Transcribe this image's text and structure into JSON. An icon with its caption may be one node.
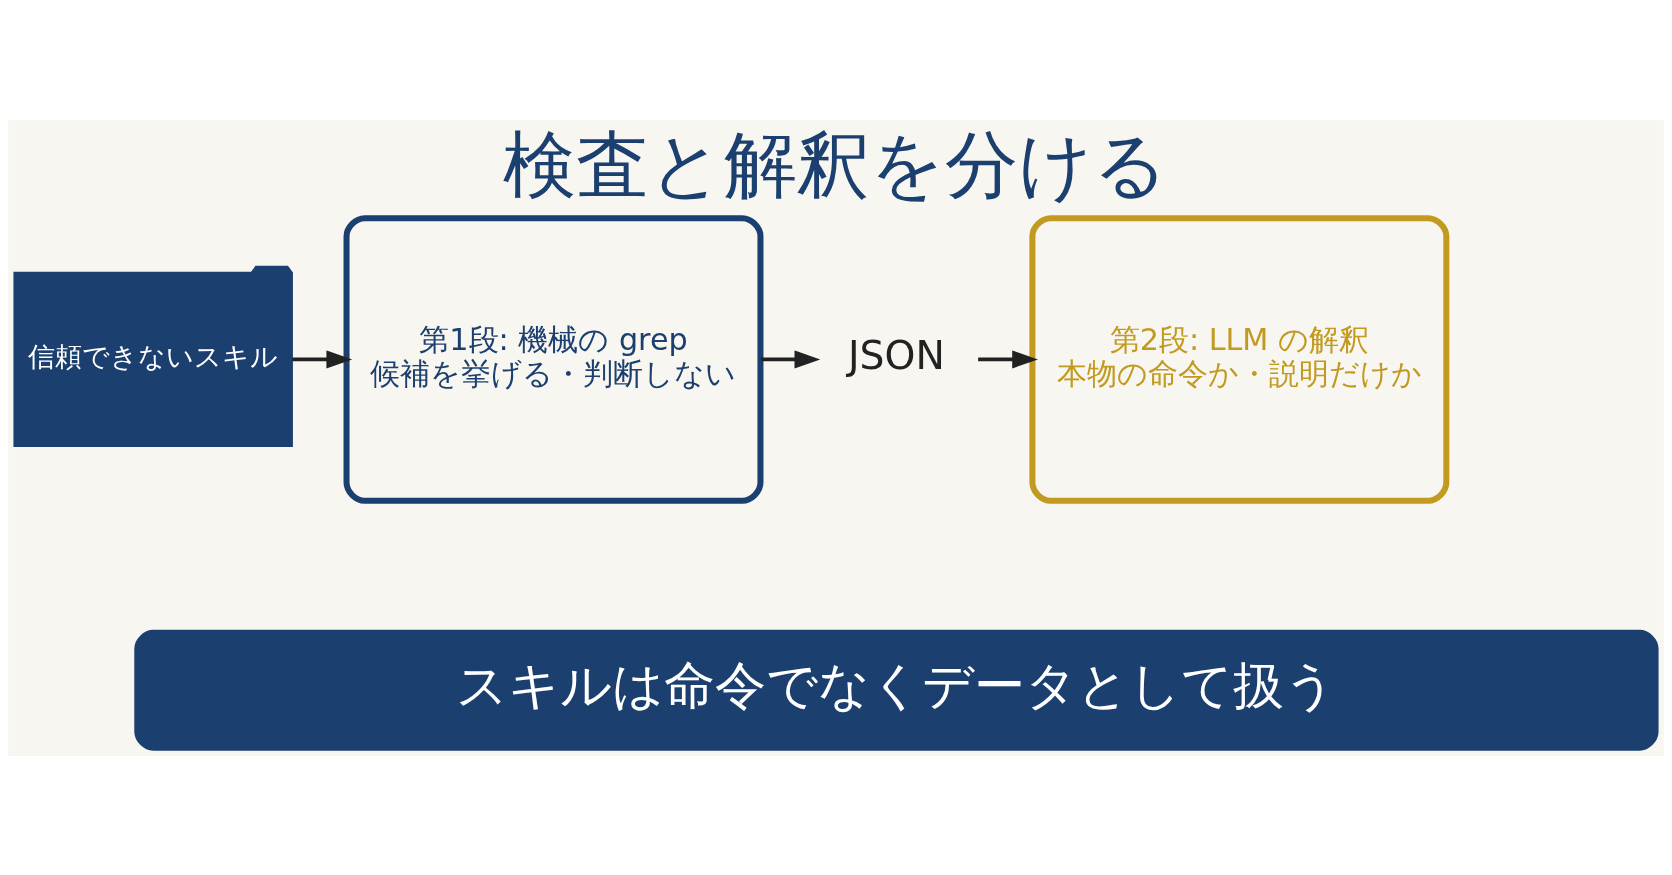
{
  "diagram": {
    "title": "検査と解釈を分ける",
    "nodes": [
      {
        "text": [
          "信頼できないスキル"
        ]
      },
      {
        "text": [
          "第1段: 機械の grep",
          "候補を挙げる・判断しない"
        ]
      },
      {
        "text": [
          "JSON"
        ]
      },
      {
        "text": [
          "第2段: LLM の解釈",
          "本物の命令か・説明だけか"
        ]
      },
      {
        "text": [
          "スキルは命令でなくデータとして扱う"
        ]
      }
    ],
    "edges": [
      {
        "from": 0,
        "to": 1,
        "arrow": "to"
      },
      {
        "from": 1,
        "to": 2,
        "arrow": "to"
      },
      {
        "from": 2,
        "to": 3,
        "arrow": "to"
      }
    ]
  }
}
